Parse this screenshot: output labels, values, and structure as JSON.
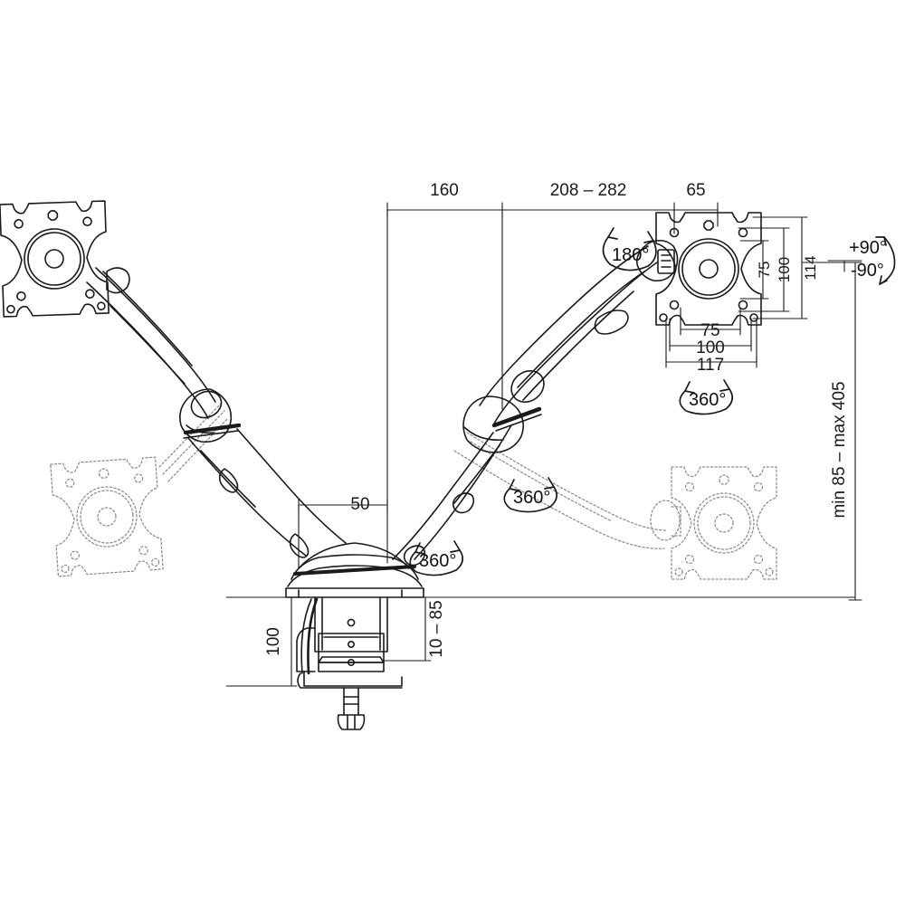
{
  "drawing": {
    "title": "Dual monitor gas-spring desk mount - dimensional drawing",
    "units": "mm",
    "line_color": "#1a1a1a",
    "ghost_color": "#8a8a92",
    "background": "#ffffff"
  },
  "dimensions": {
    "top_span_a": "160",
    "top_span_b": "208 – 282",
    "top_span_c": "65",
    "clamp_offset": "50",
    "clamp_height": "100",
    "desk_thickness": "10 – 85",
    "height_range": "min 85 – max 405",
    "vesa_v_75": "75",
    "vesa_v_100": "100",
    "plate_height_114": "114",
    "vesa_h_75": "75",
    "vesa_h_100": "100",
    "plate_width_117": "117"
  },
  "rotation_labels": {
    "tilt_plus": "+90°",
    "tilt_minus": "-90°",
    "head_swivel": "180°",
    "plate_rotate": "360°",
    "elbow_rotate": "360°",
    "base_rotate": "360°"
  },
  "icons": {
    "rotation_arc": "rotation-arc-icon",
    "tilt_arc": "tilt-arc-icon",
    "dimension_tick": "dimension-tick-icon"
  }
}
